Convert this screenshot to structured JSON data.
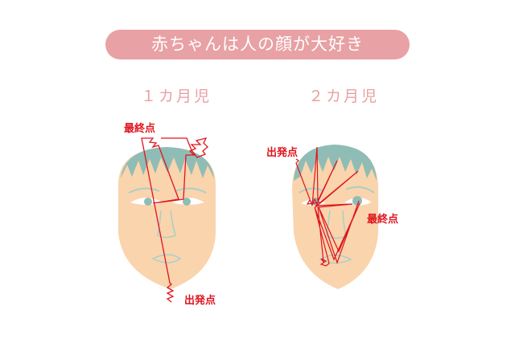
{
  "title": "赤ちゃんは人の顔が大好き",
  "panels": [
    {
      "age": "１カ月児",
      "end_label": "最終点",
      "start_label": "出発点"
    },
    {
      "age": "２カ月児",
      "start_label": "出発点",
      "end_label": "最終点"
    }
  ],
  "colors": {
    "title_bg": "#e8a1a4",
    "skin": "#f9d4ad",
    "hair": "#8fbdb5",
    "scanpath": "#e0141e"
  }
}
